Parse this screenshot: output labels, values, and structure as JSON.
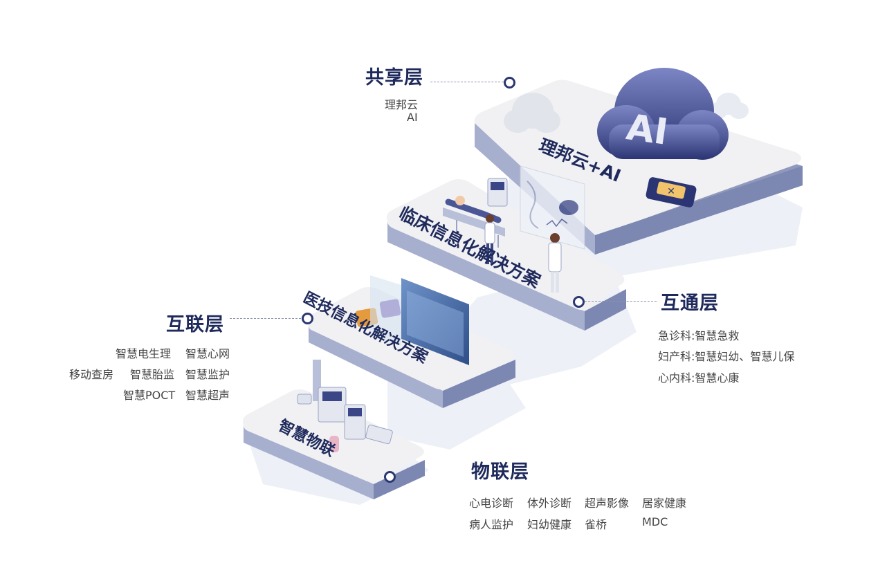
{
  "layers": {
    "shared": {
      "title": "共享层",
      "items": [
        "理邦云",
        "AI"
      ],
      "platform_label": "理邦云+AI",
      "ai_badge": "AI"
    },
    "interop": {
      "title": "互通层",
      "platform_label": "临床信息化解决方案",
      "items": [
        "急诊科:智慧急救",
        "妇产科:智慧妇幼、智慧儿保",
        "心内科:智慧心康"
      ]
    },
    "internet": {
      "title": "互联层",
      "platform_label": "医技信息化解决方案",
      "rows": [
        [
          "智慧电生理",
          "智慧心网"
        ],
        [
          "移动查房",
          "智慧胎监",
          "智慧监护"
        ],
        [
          "智慧POCT",
          "智慧超声"
        ]
      ]
    },
    "iot": {
      "title": "物联层",
      "platform_label": "智慧物联",
      "rows": [
        [
          "心电诊断",
          "体外诊断",
          "超声影像",
          "居家健康"
        ],
        [
          "病人监护",
          "妇幼健康",
          "雀桥",
          "MDC"
        ]
      ]
    }
  },
  "colors": {
    "navy": "#1f2a5c",
    "platform_top": "#f1f1f3",
    "platform_side": "#9aa3c4",
    "shadow": "#e7e9f0"
  },
  "icons": [
    "ai-cloud-icon",
    "cloud-icon",
    "medical-kit-icon",
    "patient-bed-illustration",
    "doctor-figure",
    "dna-screen-icon",
    "monitor-screen-icon",
    "medical-devices-illustration"
  ]
}
